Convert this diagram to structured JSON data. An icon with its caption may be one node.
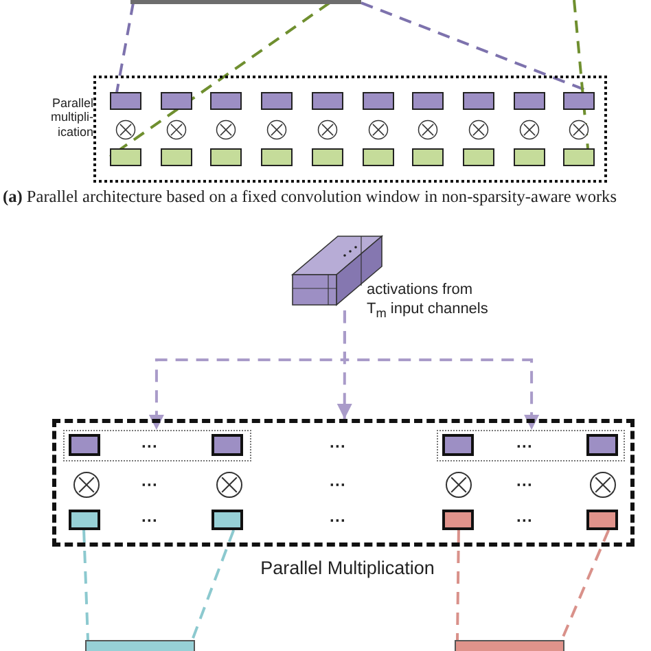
{
  "diagram": {
    "caption": "**(a)** Parallel architecture based on a fixed convolution window in non-sparsity-aware works",
    "nodes": [
      {
        "text": [],
        "shape": "bar"
      },
      {
        "text": [
          "Parallel multipli- ication"
        ]
      },
      {
        "text": [],
        "shape": "box",
        "in": 1
      },
      {
        "text": [],
        "shape": "box",
        "in": 1
      },
      {
        "text": [],
        "shape": "box",
        "in": 1
      },
      {
        "text": [],
        "shape": "box",
        "in": 1
      },
      {
        "text": [],
        "shape": "box",
        "in": 1
      },
      {
        "text": [],
        "shape": "box",
        "in": 1
      },
      {
        "text": [],
        "shape": "box",
        "in": 1
      },
      {
        "text": [],
        "shape": "box",
        "in": 1
      },
      {
        "text": [],
        "shape": "box",
        "in": 1
      },
      {
        "text": [],
        "shape": "box",
        "in": 1
      },
      {
        "text": [],
        "shape": "circle",
        "in": 1
      },
      {
        "text": [],
        "shape": "circle",
        "in": 1
      },
      {
        "text": [],
        "shape": "circle",
        "in": 1
      },
      {
        "text": [],
        "shape": "circle",
        "in": 1
      },
      {
        "text": [],
        "shape": "circle",
        "in": 1
      },
      {
        "text": [],
        "shape": "circle",
        "in": 1
      },
      {
        "text": [],
        "shape": "circle",
        "in": 1
      },
      {
        "text": [],
        "shape": "circle",
        "in": 1
      },
      {
        "text": [],
        "shape": "circle",
        "in": 1
      },
      {
        "text": [],
        "shape": "circle",
        "in": 1
      },
      {
        "text": [],
        "shape": "box",
        "in": 1
      },
      {
        "text": [],
        "shape": "box",
        "in": 1
      },
      {
        "text": [],
        "shape": "box",
        "in": 1
      },
      {
        "text": [],
        "shape": "box",
        "in": 1
      },
      {
        "text": [],
        "shape": "box",
        "in": 1
      },
      {
        "text": [],
        "shape": "box",
        "in": 1
      },
      {
        "text": [],
        "shape": "box",
        "in": 1
      },
      {
        "text": [],
        "shape": "box",
        "in": 1
      },
      {
        "text": [],
        "shape": "box",
        "in": 1
      },
      {
        "text": [],
        "shape": "box",
        "in": 1
      },
      {
        "text": [],
        "shape": "box",
        "beside": [
          "activations from T$_{m}$ input channels"
        ]
      },
      {
        "text": [
          "Parallel Multiplication"
        ]
      },
      {
        "text": [],
        "shape": "box",
        "in": 33
      },
      {
        "text": [],
        "shape": "box",
        "in": 34
      },
      {
        "text": [],
        "shape": "box",
        "in": 34
      },
      {
        "text": [],
        "shape": "box",
        "in": 33
      },
      {
        "text": [],
        "shape": "box",
        "in": 37
      },
      {
        "text": [],
        "shape": "box",
        "in": 37
      },
      {
        "text": [],
        "shape": "circle",
        "in": 33
      },
      {
        "text": [],
        "shape": "circle",
        "in": 33
      },
      {
        "text": [],
        "shape": "circle",
        "in": 33
      },
      {
        "text": [],
        "shape": "circle",
        "in": 33
      },
      {
        "text": [],
        "shape": "box",
        "in": 33
      },
      {
        "text": [],
        "shape": "box",
        "in": 33
      },
      {
        "text": [],
        "shape": "box",
        "in": 33
      },
      {
        "text": [],
        "shape": "box",
        "in": 33
      },
      {
        "text": [],
        "shape": "box"
      },
      {
        "text": [],
        "shape": "box"
      }
    ],
    "edges": [
      {
        "from": 0,
        "to": 2,
        "arrow": "none",
        "style": "dashed",
        "color": "#7d72ad"
      },
      {
        "from": 0,
        "to": 11,
        "arrow": "none",
        "style": "dashed",
        "color": "#7d72ad"
      },
      {
        "from": 0,
        "to": 22,
        "arrow": "none",
        "style": "dashed",
        "color": "#6f8f2f"
      },
      {
        "from": null,
        "to": 31,
        "arrow": "none",
        "style": "dashed",
        "color": "#6f8f2f"
      },
      {
        "from": 32,
        "to": 34,
        "arrow": "to",
        "style": "dashed",
        "color": "#a99bc9"
      },
      {
        "from": 32,
        "to": 33,
        "arrow": "to",
        "style": "dashed",
        "color": "#a99bc9"
      },
      {
        "from": 32,
        "to": 37,
        "arrow": "to",
        "style": "dashed",
        "color": "#a99bc9"
      },
      {
        "from": 44,
        "to": 48,
        "arrow": "none",
        "style": "dashed",
        "color": "#8cc9cf"
      },
      {
        "from": 45,
        "to": 48,
        "arrow": "none",
        "style": "dashed",
        "color": "#8cc9cf"
      },
      {
        "from": 46,
        "to": 49,
        "arrow": "none",
        "style": "dashed",
        "color": "#d9918a"
      },
      {
        "from": 47,
        "to": 49,
        "arrow": "none",
        "style": "dashed",
        "color": "#d9918a"
      }
    ],
    "labels": [
      "···",
      "···",
      "···",
      "···",
      "···",
      "···",
      "···",
      "···",
      "···"
    ]
  }
}
